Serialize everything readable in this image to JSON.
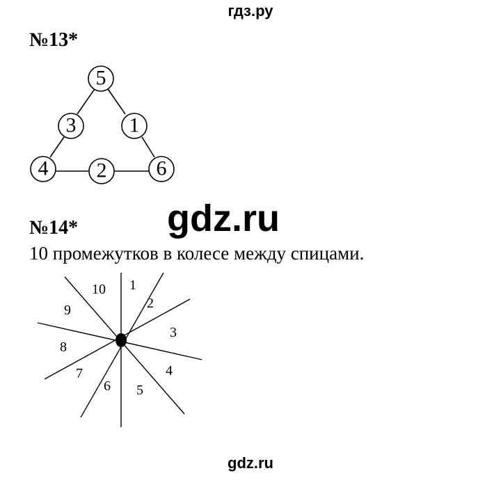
{
  "watermark": {
    "top": "гдз.ру",
    "middle": "gdz.ru",
    "bottom": "gdz.ru"
  },
  "task13": {
    "title": "№13*",
    "triangle": {
      "top": "5",
      "left_middle": "3",
      "right_middle": "1",
      "bottom_left": "4",
      "bottom_middle": "2",
      "bottom_right": "6"
    }
  },
  "task14": {
    "title": "№14*",
    "text": "10 промежутков в колесе между спицами.",
    "sector_labels": [
      "1",
      "2",
      "3",
      "4",
      "5",
      "6",
      "7",
      "8",
      "9",
      "10"
    ]
  }
}
